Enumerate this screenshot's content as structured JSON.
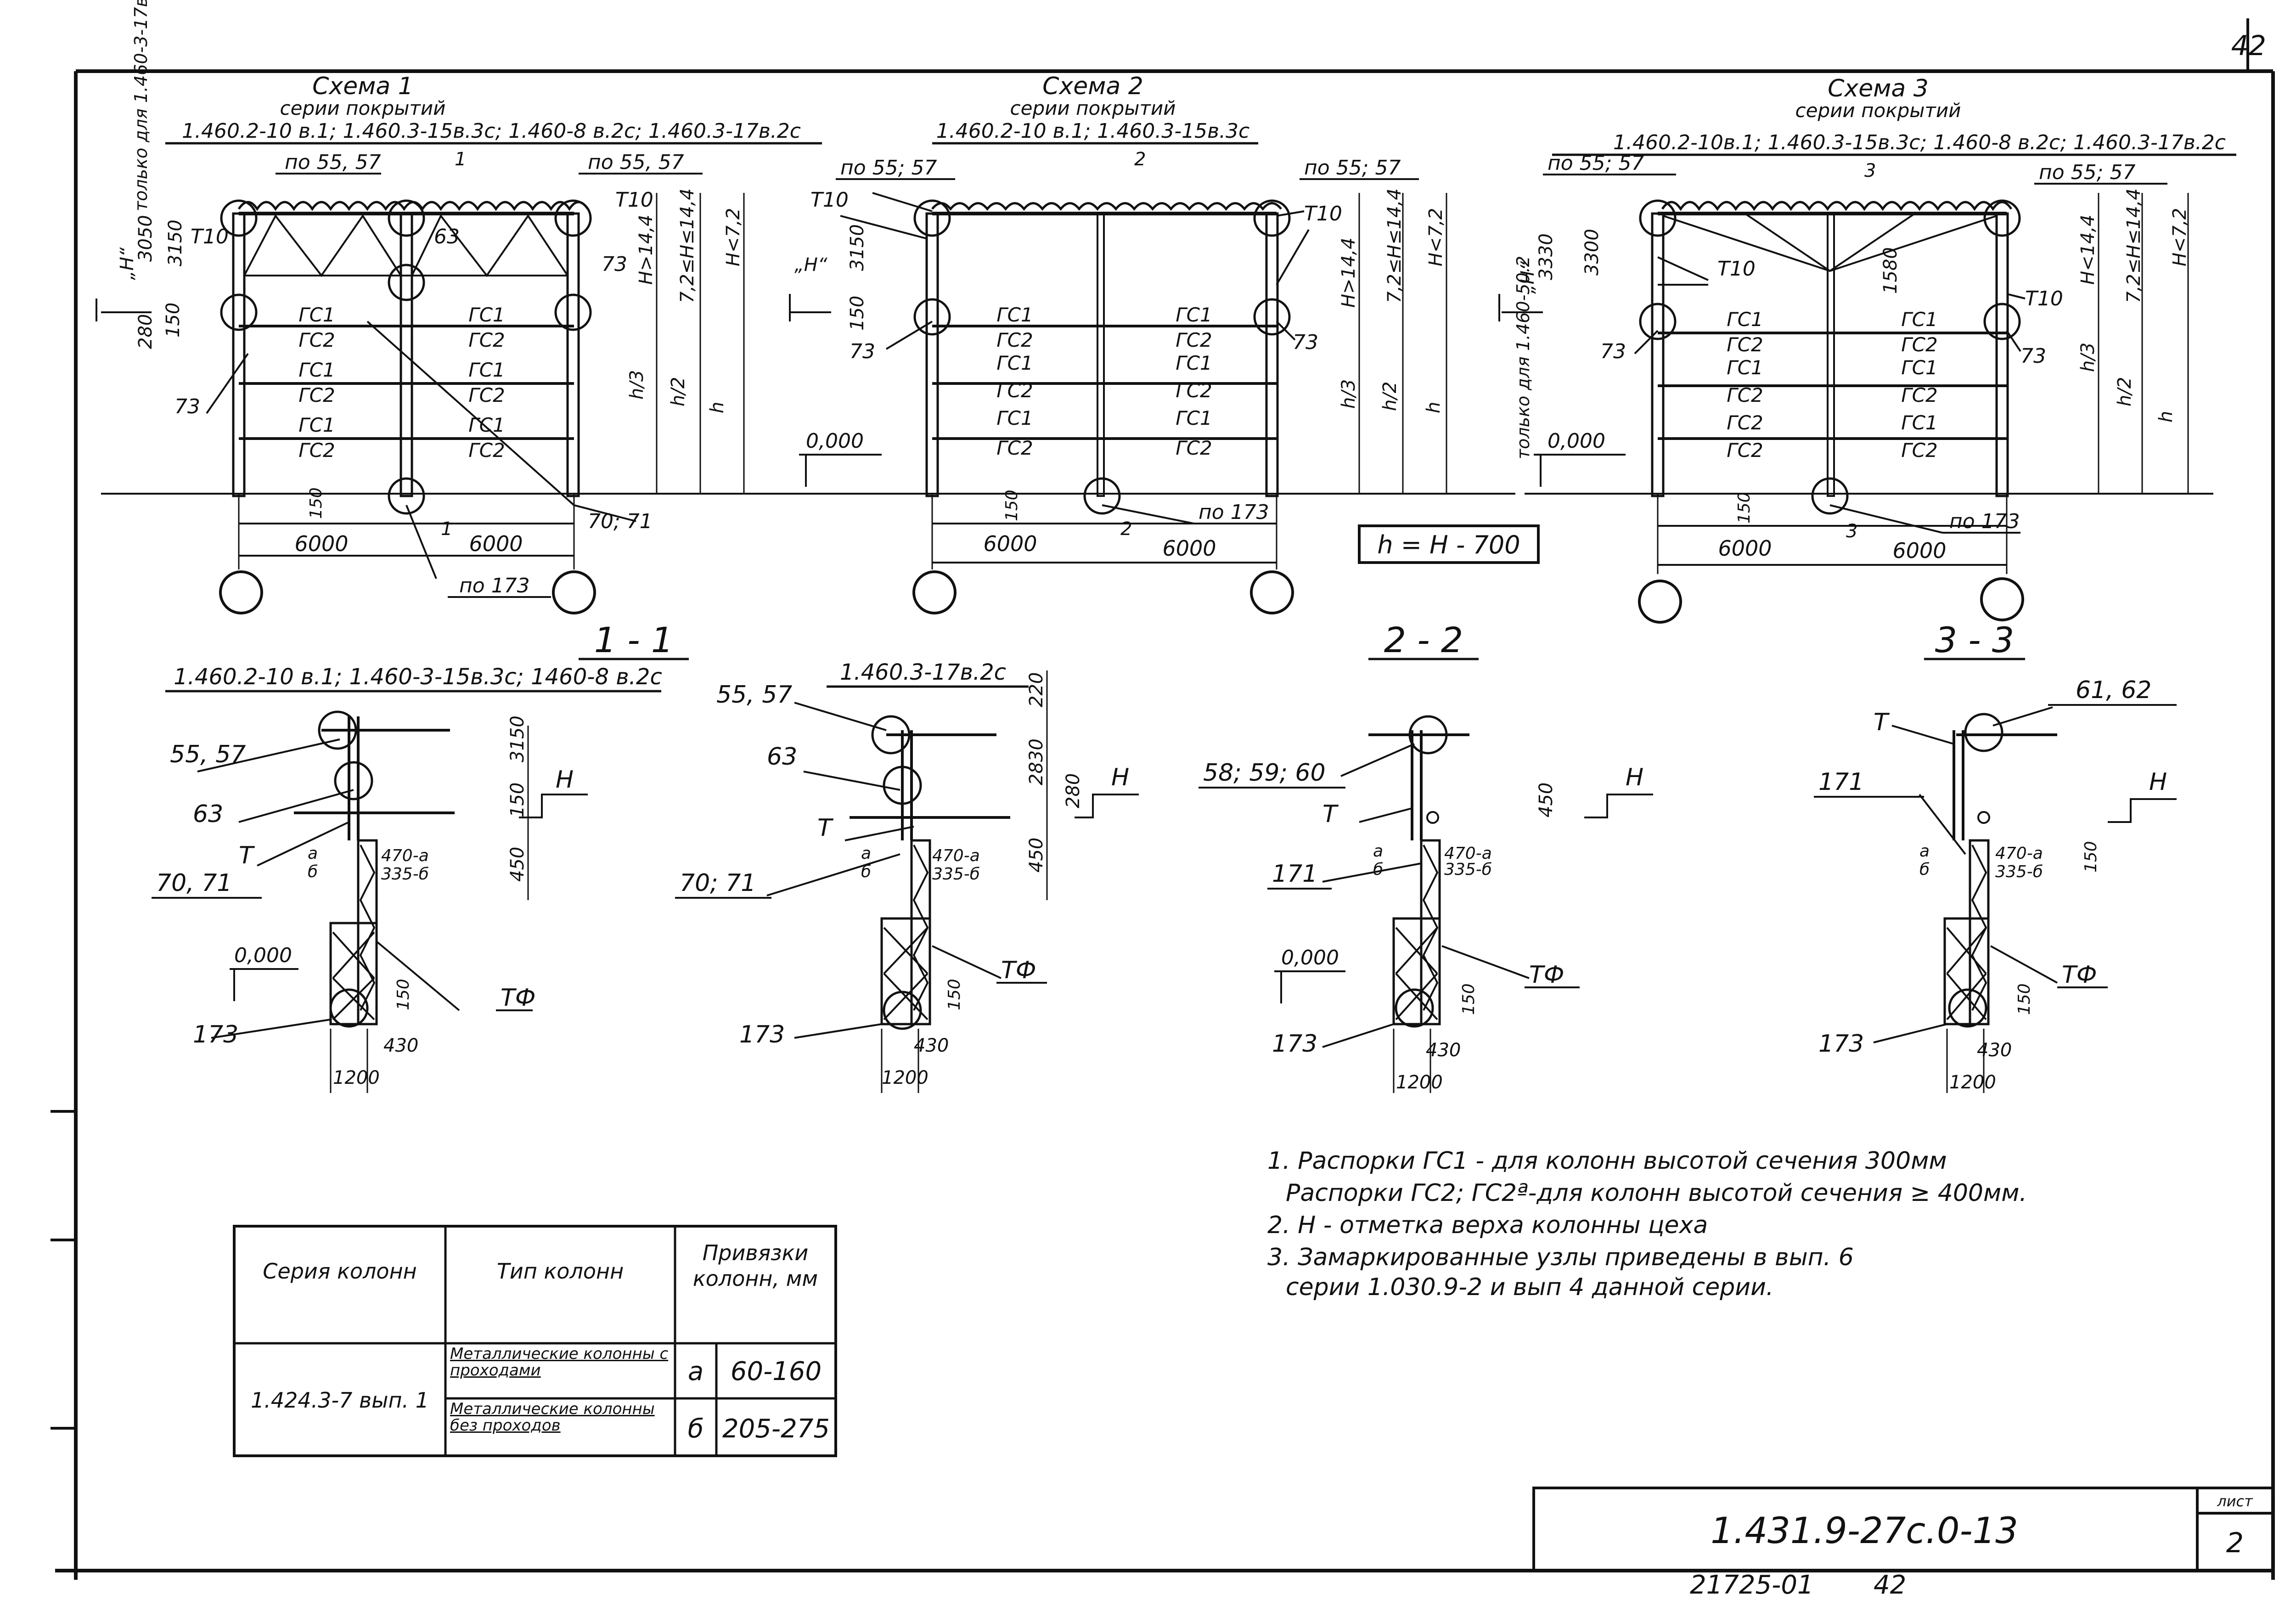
{
  "sheet": {
    "page_no": "42",
    "drawing_code": "1.431.9-27с.0-13",
    "list_label": "лист",
    "list_no": "2",
    "archive_no": "21725-01",
    "archive_sheet": "42"
  },
  "schemes": [
    {
      "title": "Схема 1",
      "subtitle": "серии покрытий",
      "series": "1.460.2-10 в.1; 1.460.3-15в.3с; 1.460-8 в.2с; 1.460.3-17в.2с",
      "only_for": "только для 1.460-3-17в.2с",
      "dims_h": [
        "3050",
        "3150",
        "280",
        "150"
      ],
      "dims_v": [
        "H>14,4",
        "7,2≤H≤14,4",
        "H<7,2",
        "h/3",
        "h/2",
        "h"
      ],
      "marks": [
        "по 55, 57",
        "по 55, 57",
        "Т10",
        "Т10",
        "63",
        "73",
        "73",
        "70; 71",
        "по 173",
        "1",
        "1"
      ],
      "struts_left": [
        "ГС1",
        "ГС2",
        "ГС1",
        "ГС2",
        "ГС1",
        "ГС2"
      ],
      "struts_right": [
        "ГС1",
        "ГС2",
        "ГС1",
        "ГС2",
        "ГС1",
        "ГС2"
      ],
      "spans": [
        "6000",
        "6000"
      ],
      "level_top": "„H“",
      "level_zero": "",
      "foot_dim": "150"
    },
    {
      "title": "Схема 2",
      "subtitle": "серии покрытий",
      "series": "1.460.2-10 в.1; 1.460.3-15в.3с",
      "dims_h": [
        "3150",
        "150"
      ],
      "dims_v": [
        "H>14,4",
        "7,2≤H≤14,4",
        "H<7,2",
        "h/3",
        "h/2",
        "h"
      ],
      "marks": [
        "по 55; 57",
        "по 55; 57",
        "Т10",
        "Т10",
        "73",
        "73",
        "по 173",
        "2",
        "2"
      ],
      "struts_left": [
        "ГС1",
        "ГС2",
        "ГС1",
        "ГС2",
        "ГС1",
        "ГС2"
      ],
      "struts_right": [
        "ГС1",
        "ГС2",
        "ГС1",
        "ГС2",
        "ГС1",
        "ГС2"
      ],
      "spans": [
        "6000",
        "6000"
      ],
      "level_top": "„H“",
      "level_zero": "0,000",
      "foot_dim": "150"
    },
    {
      "title": "Схема 3",
      "subtitle": "серии покрытий",
      "series": "1.460.2-10в.1; 1.460.3-15в.3с; 1.460-8 в.2с; 1.460.3-17в.2с",
      "only_for": "только для 1.460-50.2",
      "dims_h": [
        "3330",
        "3300",
        "1580"
      ],
      "dims_v": [
        "H<14,4",
        "7,2≤H≤14,4",
        "H<7,2",
        "h/3",
        "h/2",
        "h"
      ],
      "marks": [
        "по 55; 57",
        "по 55; 57",
        "Т10",
        "Т10",
        "73",
        "73",
        "по 173",
        "3",
        "3"
      ],
      "struts_left": [
        "ГС1",
        "ГС2",
        "ГС1",
        "ГС2",
        "ГС2",
        "ГС2"
      ],
      "struts_right": [
        "ГС1",
        "ГС2",
        "ГС1",
        "ГС2",
        "ГС1",
        "ГС2"
      ],
      "spans": [
        "6000",
        "6000"
      ],
      "level_top": "„H“",
      "level_zero": "0,000",
      "foot_dim": "150"
    }
  ],
  "formula": "h = H - 700",
  "sections": [
    {
      "title": "1 - 1",
      "series": "1.460.2-10 в.1; 1.460-3-15в.3с; 1460-8 в.2с",
      "marks": [
        "55, 57",
        "63",
        "Т",
        "70, 71",
        "173",
        "ТФ"
      ],
      "dims": [
        "3150",
        "150",
        "450",
        "470-а",
        "335-б",
        "150",
        "430",
        "1200"
      ],
      "ab": [
        "а",
        "б"
      ],
      "level_h": "H",
      "level_zero": "0,000"
    },
    {
      "title": "",
      "series": "1.460.3-17в.2с",
      "marks": [
        "55, 57",
        "63",
        "Т",
        "70; 71",
        "173",
        "ТФ"
      ],
      "dims": [
        "220",
        "2830",
        "280",
        "450",
        "470-а",
        "335-б",
        "150",
        "430",
        "1200"
      ],
      "ab": [
        "а",
        "б"
      ],
      "level_h": "H",
      "level_zero": ""
    },
    {
      "title": "2 - 2",
      "series": "",
      "marks": [
        "58; 59; 60",
        "Т",
        "171",
        "173",
        "ТФ"
      ],
      "dims": [
        "450",
        "470-а",
        "335-б",
        "150",
        "430",
        "1200"
      ],
      "ab": [
        "а",
        "б"
      ],
      "level_h": "H",
      "level_zero": "0,000"
    },
    {
      "title": "3 - 3",
      "series": "",
      "marks": [
        "61, 62",
        "Т",
        "171",
        "173",
        "ТФ"
      ],
      "dims": [
        "150",
        "470-а",
        "335-б",
        "150",
        "430",
        "1200"
      ],
      "ab": [
        "а",
        "б"
      ],
      "level_h": "H",
      "level_zero": ""
    }
  ],
  "notes": [
    "1. Распорки ГС1 - для колонн высотой сечения 300мм",
    "Распорки ГС2; ГС2ª-для колонн высотой сечения ≥ 400мм.",
    "2. H - отметка верха колонны цеха",
    "3. Замаркированные узлы приведены в вып. 6",
    "серии 1.030.9-2 и вып 4 данной серии."
  ],
  "table": {
    "headers": [
      "Серия колонн",
      "Тип колонн",
      "Привязки колонн, мм"
    ],
    "series": "1.424.3-7 вып. 1",
    "rows": [
      {
        "type": "Металлические колонны с проходами",
        "letter": "а",
        "value": "60-160"
      },
      {
        "type": "Металлические колонны без проходов",
        "letter": "б",
        "value": "205-275"
      }
    ]
  }
}
